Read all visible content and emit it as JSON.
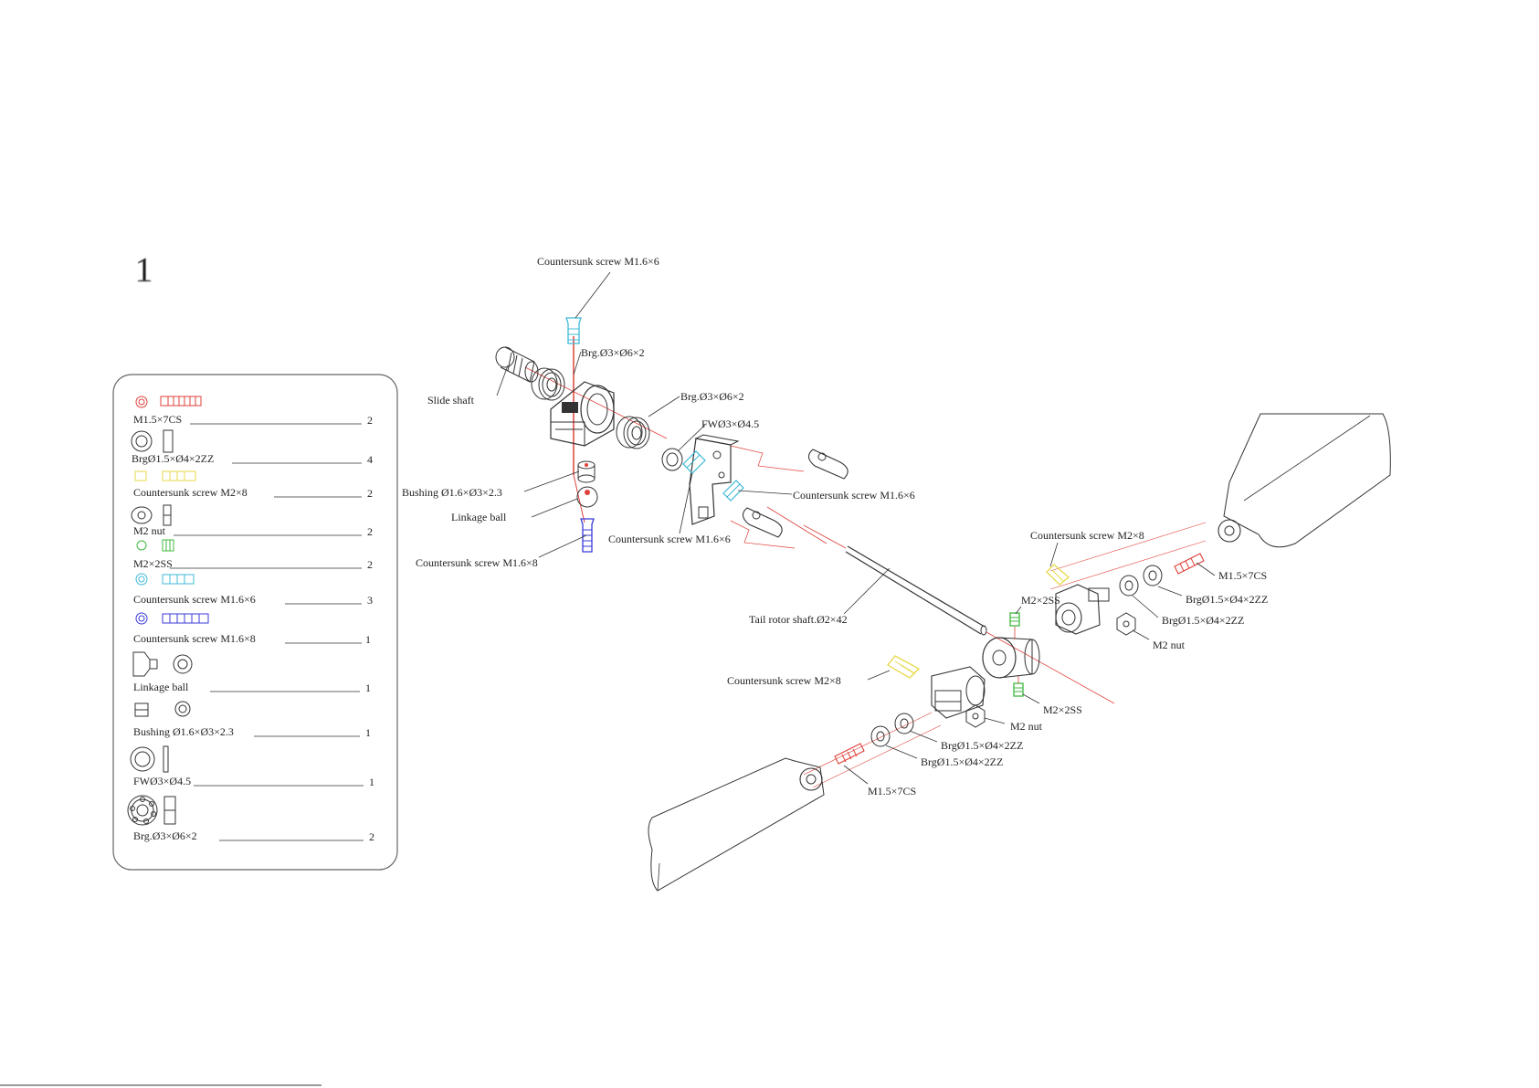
{
  "step_number": "1",
  "parts_list": [
    {
      "name": "M1.5×7CS",
      "qty": "2",
      "color": "#e0403a"
    },
    {
      "name": "BrgØ1.5×Ø4×2ZZ",
      "qty": "4",
      "color": "#333333"
    },
    {
      "name": "Countersunk screw M2×8",
      "qty": "2",
      "color": "#e8d84a"
    },
    {
      "name": "M2 nut",
      "qty": "2",
      "color": "#333333"
    },
    {
      "name": "M2×2SS",
      "qty": "2",
      "color": "#3fb83f"
    },
    {
      "name": "Countersunk screw M1.6×6",
      "qty": "3",
      "color": "#3fb8d8"
    },
    {
      "name": "Countersunk screw M1.6×8",
      "qty": "1",
      "color": "#3a3ad8"
    },
    {
      "name": "Linkage ball",
      "qty": "1",
      "color": "#333333"
    },
    {
      "name": "Bushing Ø1.6×Ø3×2.3",
      "qty": "1",
      "color": "#333333"
    },
    {
      "name": "FWØ3×Ø4.5",
      "qty": "1",
      "color": "#333333"
    },
    {
      "name": "Brg.Ø3×Ø6×2",
      "qty": "2",
      "color": "#333333"
    }
  ],
  "callouts": {
    "cs_m16x6_top": "Countersunk screw M1.6×6",
    "brg_036x2_a": "Brg.Ø3×Ø6×2",
    "slide_shaft": "Slide shaft",
    "brg_036x2_b": "Brg.Ø3×Ø6×2",
    "fw_03x45": "FWØ3×Ø4.5",
    "bushing": "Bushing Ø1.6×Ø3×2.3",
    "linkage_ball": "Linkage ball",
    "cs_m16x6_right": "Countersunk screw M1.6×6",
    "cs_m16x6_mid": "Countersunk screw M1.6×6",
    "cs_m16x8": "Countersunk screw M1.6×8",
    "tail_rotor_shaft": "Tail rotor shaft.Ø2×42",
    "cs_m2x8_right": "Countersunk screw M2×8",
    "m2x2ss_top": "M2×2SS",
    "m15x7cs_right": "M1.5×7CS",
    "brg_15_right_a": "BrgØ1.5×Ø4×2ZZ",
    "brg_15_right_b": "BrgØ1.5×Ø4×2ZZ",
    "m2nut_right": "M2 nut",
    "cs_m2x8_left": "Countersunk screw M2×8",
    "m2x2ss_bottom": "M2×2SS",
    "m2nut_left": "M2 nut",
    "brg_15_left_a": "BrgØ1.5×Ø4×2ZZ",
    "brg_15_left_b": "BrgØ1.5×Ø4×2ZZ",
    "m15x7cs_left": "M1.5×7CS"
  },
  "colors": {
    "red": "#e0403a",
    "yellow": "#e8d84a",
    "green": "#3fb83f",
    "cyan": "#3fb8d8",
    "blue": "#3a3ad8",
    "line": "#333333",
    "panel_border": "#555555"
  }
}
